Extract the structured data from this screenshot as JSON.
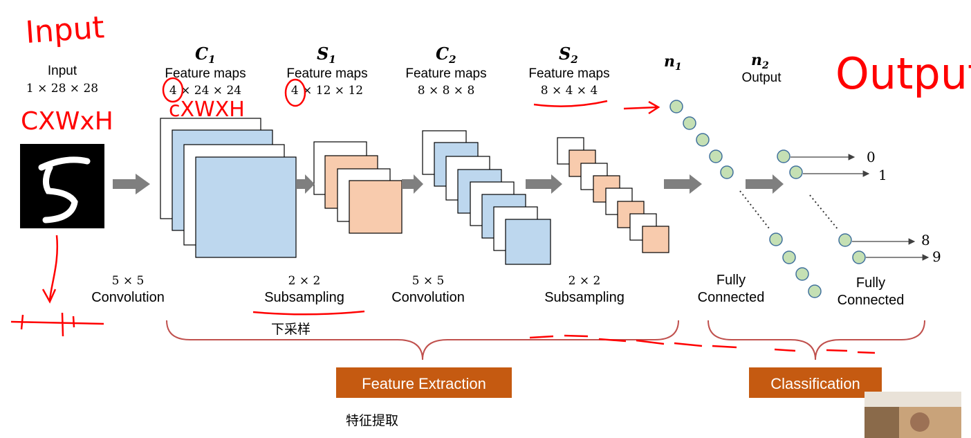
{
  "input": {
    "title": "Input",
    "dims": "1 × 28 × 28"
  },
  "layers": {
    "c1": {
      "sym": "C",
      "sub": "1",
      "desc": "Feature maps",
      "dims": "4 × 24 × 24"
    },
    "s1": {
      "sym": "S",
      "sub": "1",
      "desc": "Feature maps",
      "dims": "4 × 12 × 12"
    },
    "c2": {
      "sym": "C",
      "sub": "2",
      "desc": "Feature maps",
      "dims": "8 × 8 × 8"
    },
    "s2": {
      "sym": "S",
      "sub": "2",
      "desc": "Feature maps",
      "dims": "8 × 4 × 4"
    },
    "n1": {
      "sym": "n",
      "sub": "1"
    },
    "n2": {
      "sym": "n",
      "sub": "2",
      "desc": "Output"
    }
  },
  "operations": {
    "conv1": {
      "size": "5 × 5",
      "name": "Convolution"
    },
    "sub1": {
      "size": "2 × 2",
      "name": "Subsampling"
    },
    "conv2": {
      "size": "5 × 5",
      "name": "Convolution"
    },
    "sub2": {
      "size": "2 × 2",
      "name": "Subsampling"
    },
    "fc1": {
      "line1": "Fully",
      "line2": "Connected"
    },
    "fc2": {
      "line1": "Fully",
      "line2": "Connected"
    }
  },
  "outputs": [
    "0",
    "1",
    "8",
    "9"
  ],
  "banners": {
    "feature_extraction": "Feature Extraction",
    "classification": "Classification"
  },
  "annotations": {
    "input_hand": "Input",
    "output_hand": "Output",
    "cwh_left": "CXWxH",
    "cwh_c1": "cXWXH",
    "subsample_cn": "下采样",
    "feature_cn": "特征提取"
  },
  "colors": {
    "blue_map": "#bdd7ee",
    "orange_map": "#f8cbad",
    "node_fill": "#c5e0b4",
    "node_stroke": "#41719c",
    "arrow": "#7f7f7f",
    "brace": "#c0504d",
    "banner": "#c55a11",
    "annotation": "#ff0000"
  }
}
